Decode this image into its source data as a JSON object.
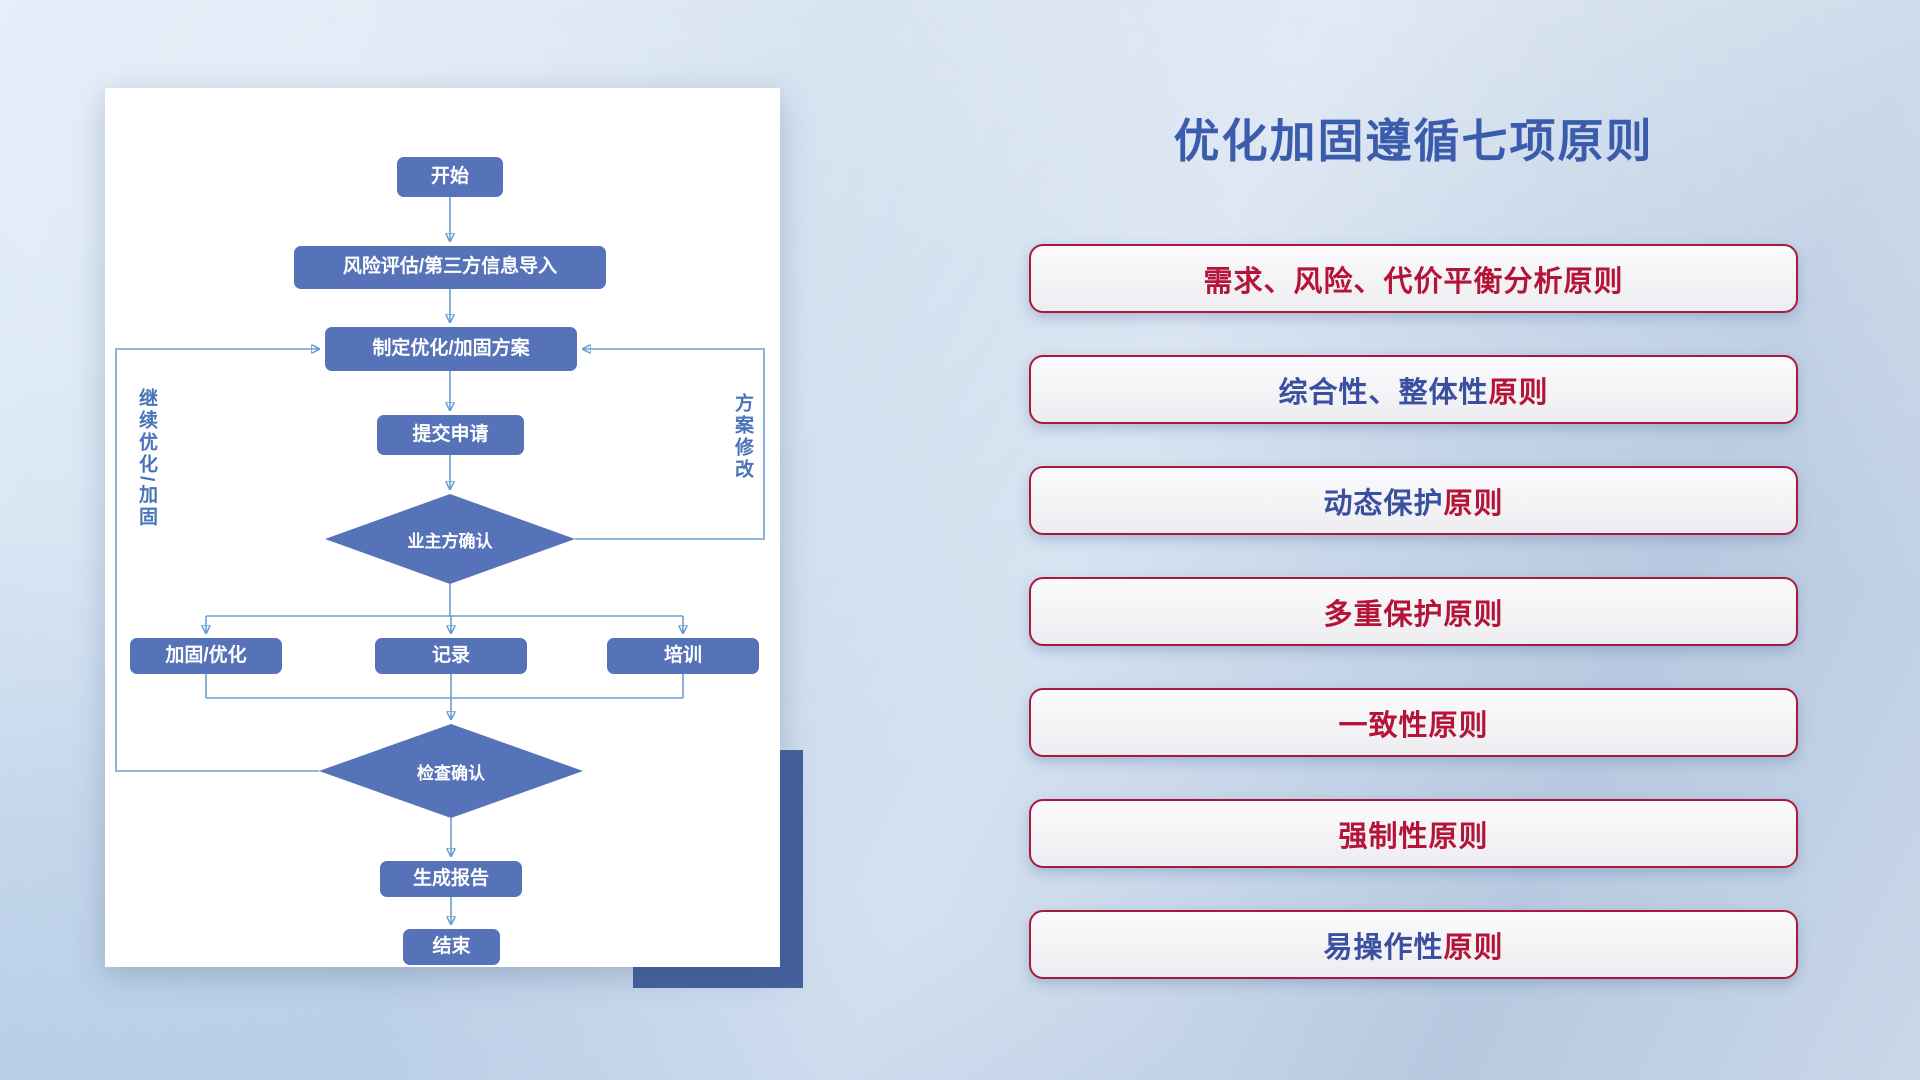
{
  "panel": {
    "title": "优化加固遵循七项原则"
  },
  "flowchart": {
    "nodes": {
      "start": "开始",
      "risk": "风险评估/第三方信息导入",
      "plan": "制定优化/加固方案",
      "submit": "提交申请",
      "owner_confirm": "业主方确认",
      "harden": "加固/优化",
      "record": "记录",
      "training": "培训",
      "check_confirm": "检查确认",
      "report": "生成报告",
      "end": "结束"
    },
    "labels": {
      "left_loop": "继续优化/加固",
      "right_loop": "方案修改"
    }
  },
  "principles": {
    "items": [
      {
        "segments": [
          {
            "text": "需求、风险、代价平衡分析原则",
            "color": "red"
          }
        ]
      },
      {
        "segments": [
          {
            "text": "综合性、整体性",
            "color": "blue"
          },
          {
            "text": "原则",
            "color": "red"
          }
        ]
      },
      {
        "segments": [
          {
            "text": "动态保护",
            "color": "blue"
          },
          {
            "text": "原则",
            "color": "red"
          }
        ]
      },
      {
        "segments": [
          {
            "text": "多重保护原则",
            "color": "red"
          }
        ]
      },
      {
        "segments": [
          {
            "text": "一致性原则",
            "color": "red"
          }
        ]
      },
      {
        "segments": [
          {
            "text": "强制性原则",
            "color": "red"
          }
        ]
      },
      {
        "segments": [
          {
            "text": "易操作性",
            "color": "blue"
          },
          {
            "text": "原则",
            "color": "red"
          }
        ]
      }
    ]
  },
  "colors": {
    "red": "#b41438",
    "blue": "#3a4fa0",
    "node_blue": "#5673b9",
    "connector_blue": "#6b9fd4",
    "title_blue": "#3b5cad",
    "border_red": "#a61b3d",
    "shadow_rect": "#44619e"
  }
}
